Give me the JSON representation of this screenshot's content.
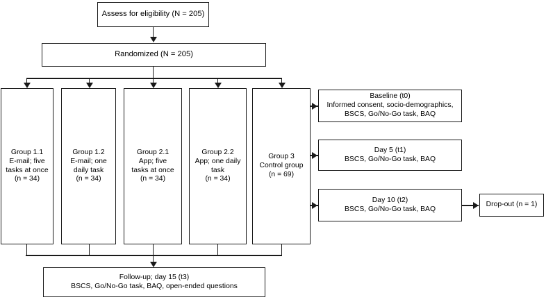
{
  "diagram": {
    "title": "Study flow diagram",
    "stroke_color": "#1a1a1a",
    "background_color": "#ffffff",
    "nodes": {
      "assess": "Assess for eligibility (N = 205)",
      "randomized": "Randomized (N = 205)",
      "group_1_1": "Group 1.1\nE-mail; five\ntasks at once\n(n = 34)",
      "group_1_2": "Group 1.2\nE-mail; one\ndaily task\n(n = 34)",
      "group_2_1": "Group 2.1\nApp; five\ntasks at once\n(n = 34)",
      "group_2_2": "Group 2.2\nApp; one daily\ntask\n(n = 34)",
      "group_3": "Group 3\nControl group\n(n = 69)",
      "baseline": "Baseline (t0)\nInformed consent, socio-demographics,\nBSCS, Go/No-Go task, BAQ",
      "day5": "Day 5 (t1)\nBSCS, Go/No-Go task, BAQ",
      "day10": "Day 10 (t2)\nBSCS, Go/No-Go task, BAQ",
      "dropout": "Drop-out (n = 1)",
      "followup": "Follow-up; day 15 (t3)\nBSCS, Go/No-Go task, BAQ, open-ended questions"
    }
  },
  "chart_data": {
    "type": "diagram",
    "title": "CONSORT-style participant flow diagram",
    "stages": [
      {
        "id": "assess",
        "label": "Assess for eligibility",
        "n": 205,
        "n_label": "N = 205"
      },
      {
        "id": "randomized",
        "label": "Randomized",
        "n": 205,
        "n_label": "N = 205"
      }
    ],
    "arms": [
      {
        "id": "group_1_1",
        "name": "Group 1.1",
        "delivery": "E-mail",
        "schedule": "five tasks at once",
        "n": 34,
        "n_label": "(n = 34)"
      },
      {
        "id": "group_1_2",
        "name": "Group 1.2",
        "delivery": "E-mail",
        "schedule": "one daily task",
        "n": 34,
        "n_label": "(n = 34)"
      },
      {
        "id": "group_2_1",
        "name": "Group 2.1",
        "delivery": "App",
        "schedule": "five tasks at once",
        "n": 34,
        "n_label": "(n = 34)"
      },
      {
        "id": "group_2_2",
        "name": "Group 2.2",
        "delivery": "App",
        "schedule": "one daily task",
        "n": 34,
        "n_label": "(n = 34)"
      },
      {
        "id": "group_3",
        "name": "Group 3",
        "delivery": "Control group",
        "schedule": "",
        "n": 69,
        "n_label": "(n = 69)"
      }
    ],
    "timepoints": [
      {
        "id": "baseline",
        "label": "Baseline (t0)",
        "code": "t0",
        "measures": "Informed consent, socio-demographics, BSCS, Go/No-Go task, BAQ"
      },
      {
        "id": "day5",
        "label": "Day 5 (t1)",
        "code": "t1",
        "measures": "BSCS, Go/No-Go task, BAQ"
      },
      {
        "id": "day10",
        "label": "Day 10 (t2)",
        "code": "t2",
        "measures": "BSCS, Go/No-Go task, BAQ"
      },
      {
        "id": "followup",
        "label": "Follow-up; day 15 (t3)",
        "code": "t3",
        "measures": "BSCS, Go/No-Go task, BAQ, open-ended questions"
      }
    ],
    "attrition": [
      {
        "id": "dropout",
        "label": "Drop-out",
        "n": 1,
        "n_label": "(n = 1)",
        "after": "day10"
      }
    ]
  }
}
